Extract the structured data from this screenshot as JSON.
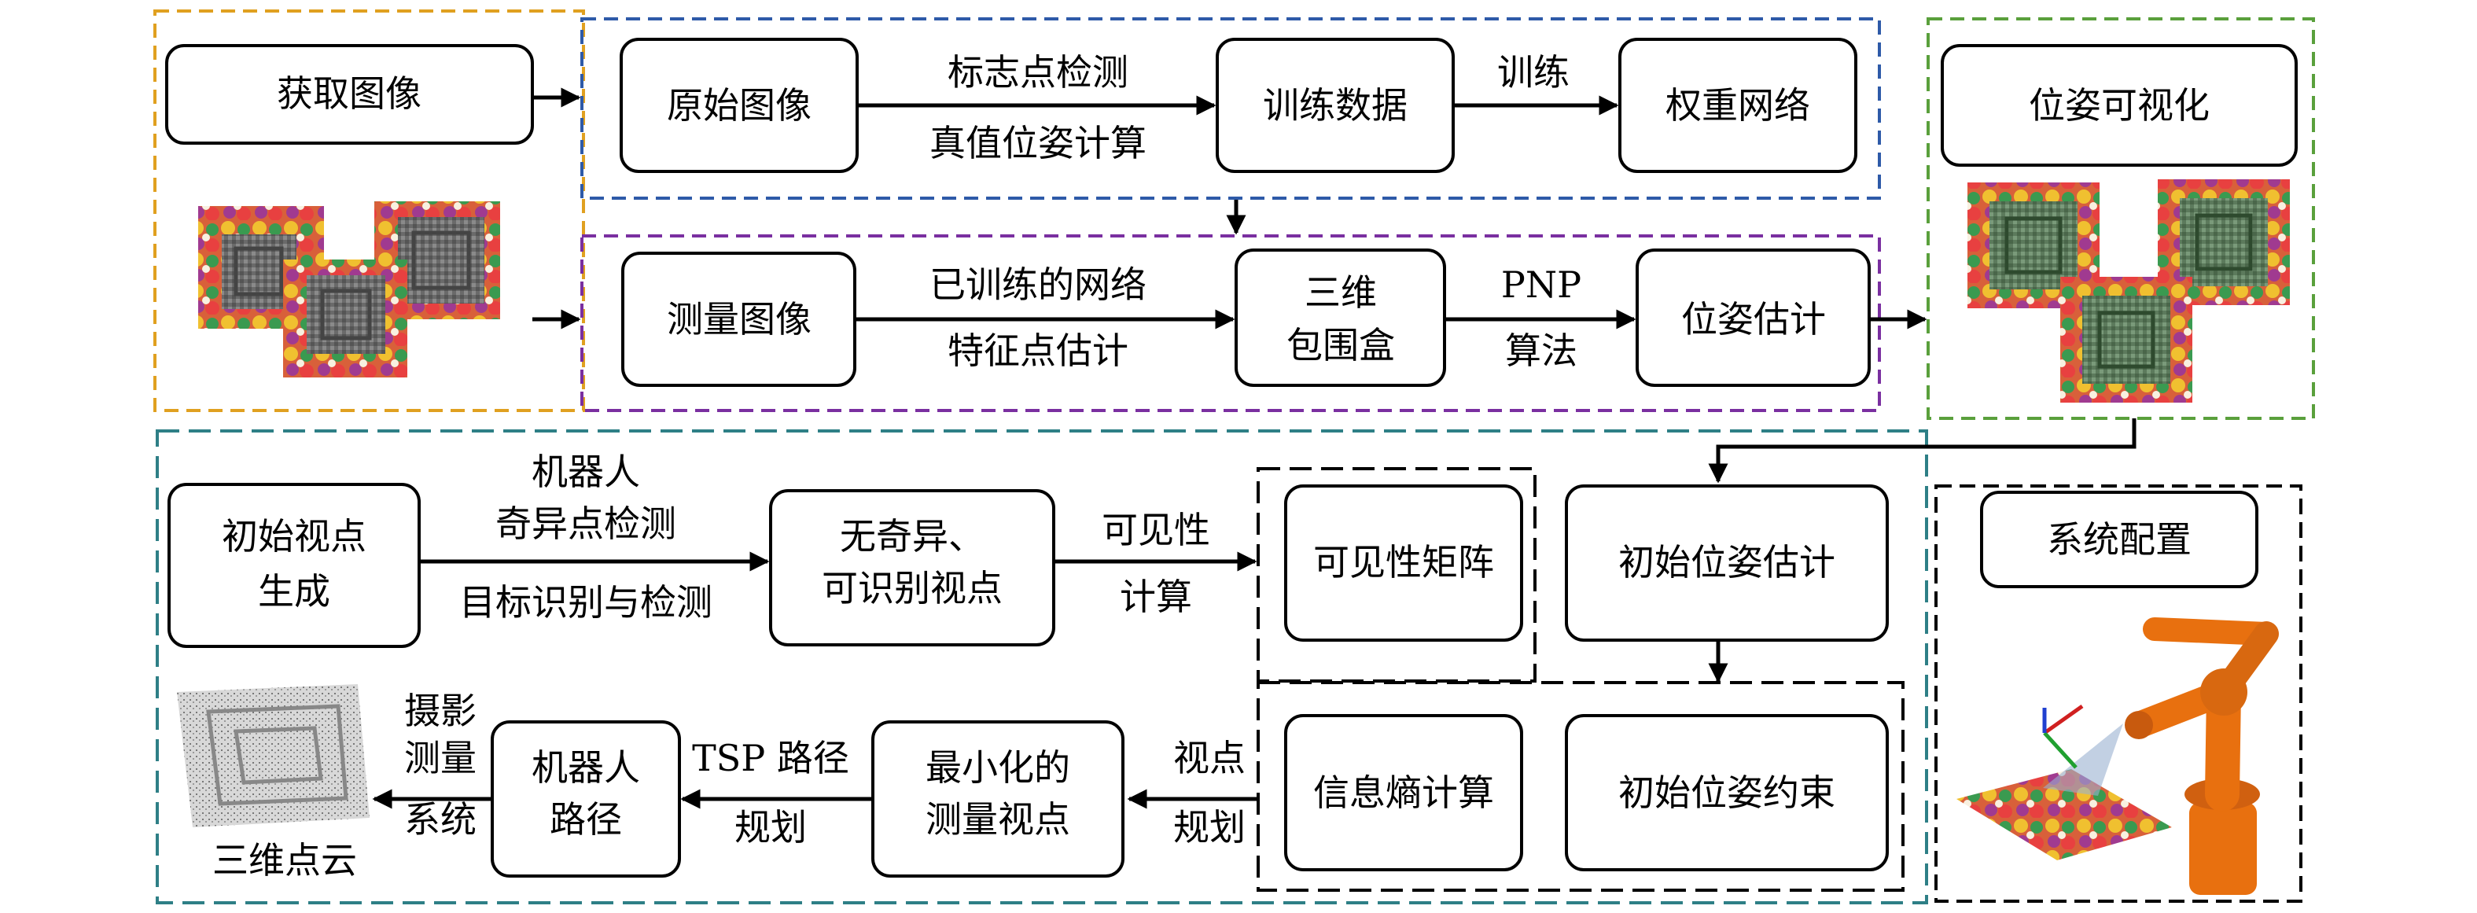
{
  "colors": {
    "orange": "#e0a020",
    "blue": "#2e5aa8",
    "purple": "#7a2fa0",
    "green": "#5aa03c",
    "teal": "#2e7f86",
    "black": "#000000",
    "robot": "#e8700f"
  },
  "top": {
    "acquire": "获取图像",
    "original": "原始图像",
    "marker_detect": "标志点检测",
    "gt_pose": "真值位姿计算",
    "training_data": "训练数据",
    "train": "训练",
    "weight_net": "权重网络",
    "pose_vis": "位姿可视化"
  },
  "middle": {
    "measure_img": "测量图像",
    "trained_net": "已训练的网络",
    "feature_est": "特征点估计",
    "bbox_line1": "三维",
    "bbox_line2": "包围盒",
    "pnp_line1": "PNP",
    "pnp_line2": "算法",
    "pose_est": "位姿估计"
  },
  "bottom": {
    "init_vp_line1": "初始视点",
    "init_vp_line2": "生成",
    "robot_line1": "机器人",
    "robot_line2": "奇异点检测",
    "target_detect": "目标识别与检测",
    "nosing_line1": "无奇异、",
    "nosing_line2": "可识别视点",
    "vis_calc_line1": "可见性",
    "vis_calc_line2": "计算",
    "vis_matrix": "可见性矩阵",
    "init_pose_est": "初始位姿估计",
    "entropy": "信息熵计算",
    "init_pose_con": "初始位姿约束",
    "vp_plan_line1": "视点",
    "vp_plan_line2": "规划",
    "min_vp_line1": "最小化的",
    "min_vp_line2": "测量视点",
    "tsp_line1": "TSP 路径",
    "tsp_line2": "规划",
    "robot_path_line1": "机器人",
    "robot_path_line2": "路径",
    "photo_line1": "摄影",
    "photo_line2": "测量",
    "photo_line3": "系统",
    "point_cloud": "三维点云",
    "sys_config": "系统配置"
  }
}
